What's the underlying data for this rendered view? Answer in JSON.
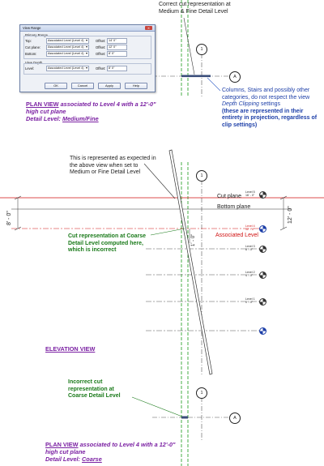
{
  "dialog": {
    "title": "View Range",
    "close_label": "X",
    "primary_range_label": "Primary Range",
    "rows": [
      {
        "label": "Top:",
        "level": "Associated Level (Level 4)",
        "offset_label": "Offset:",
        "offset": "14' 0\""
      },
      {
        "label": "Cut plane:",
        "level": "Associated Level (Level 4)",
        "offset_label": "Offset:",
        "offset": "12' 0\""
      },
      {
        "label": "Bottom:",
        "level": "Associated Level (Level 4)",
        "offset_label": "Offset:",
        "offset": "8' 0\""
      }
    ],
    "view_depth_label": "View Depth",
    "depth_row": {
      "label": "Level:",
      "level": "Associated Level (Level 4)",
      "offset_label": "Offset:",
      "offset": "8' 0\""
    },
    "buttons": {
      "ok": "OK",
      "cancel": "Cancel",
      "apply": "Apply",
      "help": "Help"
    }
  },
  "notes": {
    "correct_cut": "Correct cut representation at Medium & Fine Detail Level",
    "columns_plain": "Columns, Stairs and possibly other categories, do not respect the view",
    "columns_italic": "Depth Clipping",
    "columns_after": "settings",
    "columns_bold": "(these are represented in their entirety in projection, regardless of clip settings)",
    "represented": "This is represented as expected in the above view when set to Medium or Fine Detail Level",
    "cut_coarse": "Cut representation at Coarse Detail Level computed here, which is incorrect",
    "incorrect_cut": "Incorrect cut representation at Coarse Detail Level"
  },
  "captions": {
    "plan_top_u": "PLAN VIEW",
    "plan_top_rest": "associated to Level 4 with a 12'-0\" high cut plane",
    "plan_top_detail": "Detail Level:",
    "plan_top_detail_val": "Medium/Fine",
    "elevation": "ELEVATION VIEW",
    "plan_bot_u": "PLAN VIEW",
    "plan_bot_rest": "associated to Level 4 with a 12'-0\" high cut plane",
    "plan_bot_detail": "Detail Level:",
    "plan_bot_detail_val": "Coarse"
  },
  "labels": {
    "cut_plane": "Cut plane",
    "bottom_plane": "Bottom plane",
    "associated_level": "Associated Level",
    "dim_8": "8' - 0\"",
    "dim_12": "12' - 0\"",
    "dim_1": "1' - 0\"",
    "grid_1": "1",
    "grid_a": "A"
  },
  "levels": [
    {
      "name": "Level 5",
      "elev": "16' - 0\""
    },
    {
      "name": "Level 4",
      "elev": "12' - 0\""
    },
    {
      "name": "Level 3",
      "elev": "8' - 0\""
    },
    {
      "name": "Level 2",
      "elev": "4' - 0\""
    },
    {
      "name": "Level 1",
      "elev": "0' - 0\""
    }
  ],
  "colors": {
    "red": "#d01010",
    "green": "#1a9a1a",
    "blue": "#1d3fa8",
    "purple": "#7a1fa2"
  }
}
